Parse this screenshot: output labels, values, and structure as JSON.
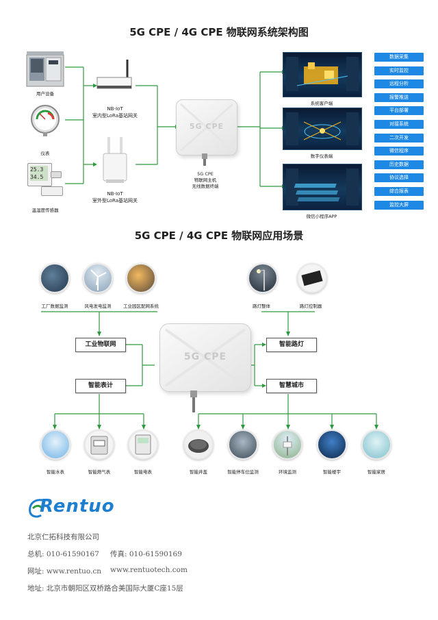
{
  "section1": {
    "title": "5G CPE / 4G CPE  物联网系统架构图",
    "devices": [
      {
        "label": "用户设备"
      },
      {
        "label": "仪表"
      },
      {
        "label": "温湿度传感器"
      }
    ],
    "lcd": {
      "line1": "25.3",
      "line2": "34.5"
    },
    "gateways": [
      {
        "line1": "NB-IoT",
        "line2": "室内型LoRa基站网关"
      },
      {
        "line1": "NB-IoT",
        "line2": "室外型LoRa基站网关"
      }
    ],
    "cpe_text": "5G CPE",
    "host_label": [
      "5G CPE",
      "物联网主机",
      "无线数据终端"
    ],
    "screens": [
      {
        "label": "系统客户端"
      },
      {
        "label": "数字仪表端"
      },
      {
        "label": "微信小程序APP"
      }
    ],
    "features": [
      "数据采集",
      "实时监控",
      "远程分析",
      "报警推送",
      "平台部署",
      "对接系统",
      "二次开发",
      "微信程序",
      "历史数据",
      "协议选择",
      "综合报表",
      "监控大屏"
    ]
  },
  "section2": {
    "title": "5G CPE / 4G CPE 物联网应用场景",
    "cpe_text": "5G CPE",
    "top_left": [
      {
        "label": "工厂数据监测"
      },
      {
        "label": "风电发电监测"
      },
      {
        "label": "工业园区配网系统"
      }
    ],
    "top_right": [
      {
        "label": "路灯整体"
      },
      {
        "label": "路灯控制器"
      }
    ],
    "boxes": {
      "industrial": "工业物联网",
      "meter": "智能表计",
      "streetlight": "智能路灯",
      "city": "智慧城市"
    },
    "bottom_left": [
      {
        "label": "智能水表"
      },
      {
        "label": "智能燃气表"
      },
      {
        "label": "智能电表"
      }
    ],
    "bottom_right": [
      {
        "label": "智能井盖"
      },
      {
        "label": "智能停车位监测"
      },
      {
        "label": "环境监测"
      },
      {
        "label": "智能楼宇"
      },
      {
        "label": "智能家居"
      }
    ]
  },
  "footer": {
    "logo": "Rentuo",
    "company": "北京仁拓科技有限公司",
    "phone": "总机: 010-61590167",
    "fax": "传真: 010-61590169",
    "web1": "网址: www.rentuo.cn",
    "web2": "www.rentuotech.com",
    "address": "地址:  北京市朝阳区双桥路合美国际大厦C座15层"
  },
  "colors": {
    "line": "#2e9a3e",
    "feature_bg": "#1e88e5",
    "logo": "#1e7fd0"
  }
}
